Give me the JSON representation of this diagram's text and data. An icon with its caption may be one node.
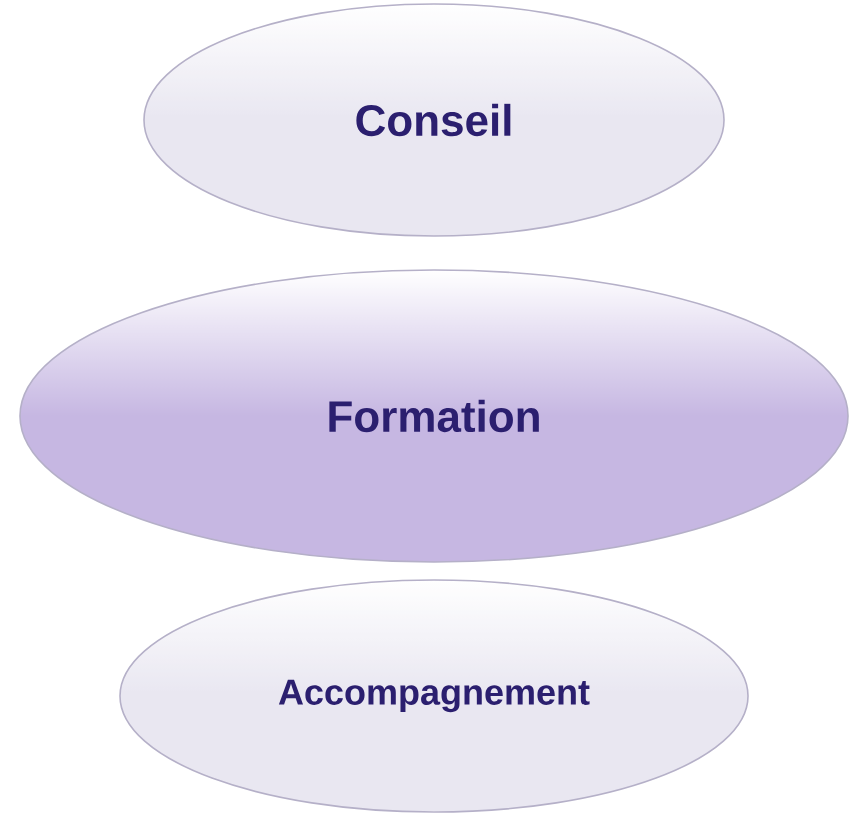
{
  "diagram": {
    "nodes": [
      {
        "text": [
          "Conseil"
        ]
      },
      {
        "text": [
          "Formation"
        ]
      },
      {
        "text": [
          "Accompagnement"
        ]
      }
    ]
  }
}
